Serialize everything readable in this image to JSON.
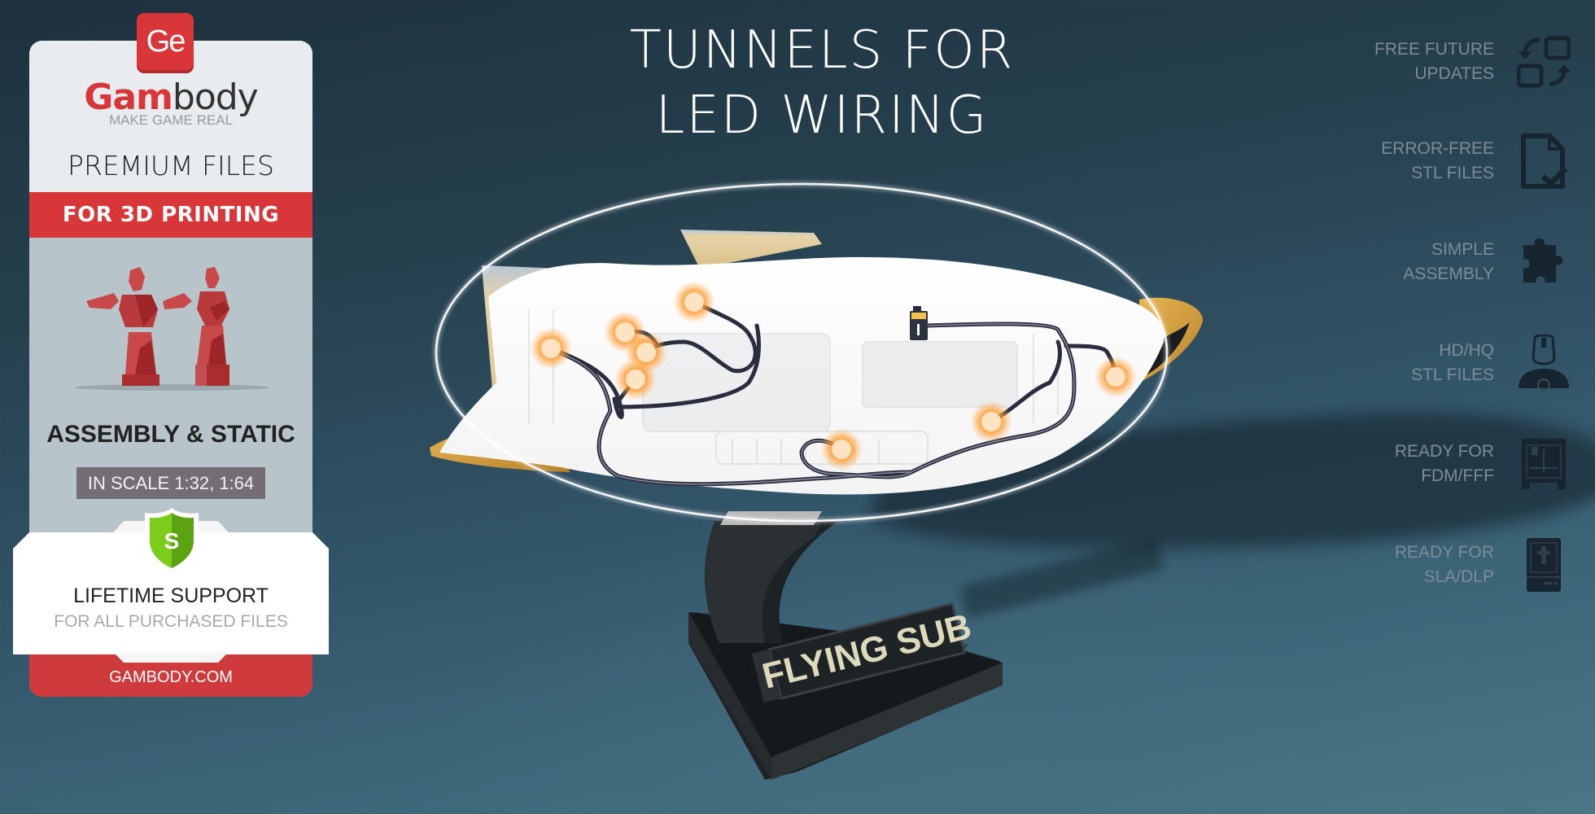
{
  "card": {
    "logo_glyph": "Ge",
    "brand_part1": "Gam",
    "brand_part2": "body",
    "tagline": "MAKE GAME REAL",
    "premium": "PREMIUM FILES",
    "for_printing": "FOR 3D PRINTING",
    "model_type": "ASSEMBLY & STATIC",
    "scale": "IN SCALE 1:32, 1:64",
    "shield_letter": "S",
    "support_title": "LIFETIME SUPPORT",
    "support_sub": "FOR ALL PURCHASED FILES",
    "site": "GAMBODY.COM",
    "colors": {
      "brand_red": "#d9363a",
      "shield_green": "#6cc51f",
      "badge_grey": "#736e73"
    }
  },
  "title": {
    "line1": "TUNNELS FOR",
    "line2": "LED WIRING"
  },
  "features": [
    {
      "line1": "FREE FUTURE",
      "line2": "UPDATES",
      "icon": "update-arrows-icon"
    },
    {
      "line1": "ERROR-FREE",
      "line2": "STL FILES",
      "icon": "file-check-icon"
    },
    {
      "line1": "SIMPLE",
      "line2": "ASSEMBLY",
      "icon": "puzzle-icon"
    },
    {
      "line1": "HD/HQ",
      "line2": "STL FILES",
      "icon": "ironman-icon"
    },
    {
      "line1": "READY FOR",
      "line2": "FDM/FFF",
      "icon": "fdm-printer-icon"
    },
    {
      "line1": "READY FOR",
      "line2": "SLA/DLP",
      "icon": "sla-printer-icon"
    }
  ],
  "model": {
    "nameplate": "FLYING SUB",
    "led_count": 8,
    "battery_icon": "battery-icon",
    "colors": {
      "led_glow": "#ff9a2e",
      "led_core": "#ffe3c2",
      "wire": "#2b2d3e",
      "gold": "#d9a443",
      "stand": "#25292b"
    }
  }
}
